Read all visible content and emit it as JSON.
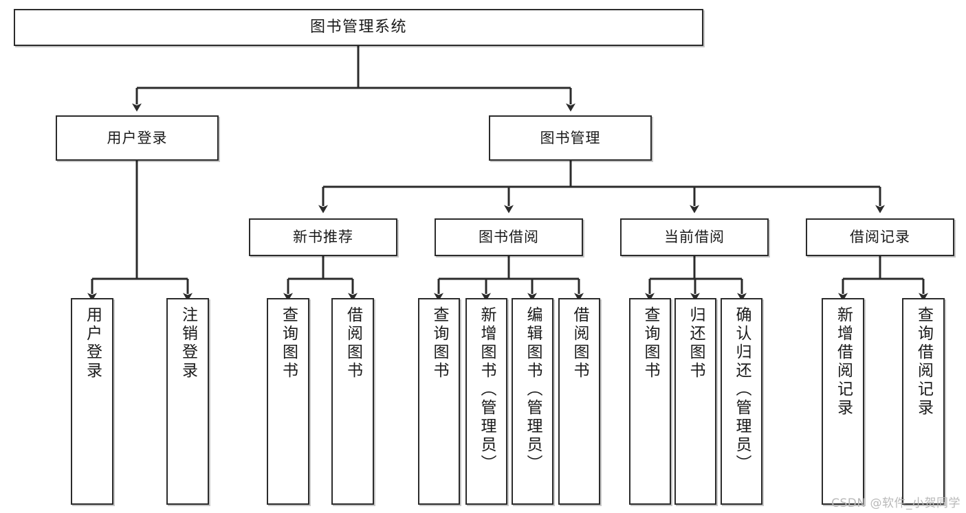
{
  "diagram": {
    "title": "图书管理系统",
    "type": "tree",
    "watermark": "CSDN @软件_小贺同学",
    "colors": {
      "box_border": "#2b2b2b",
      "box_fill": "#ffffff",
      "connector": "#2b2b2b",
      "text": "#1a1a1a",
      "watermark": "#b9b9b9"
    },
    "nodes": {
      "root": {
        "label": "图书管理系统"
      },
      "level2": [
        {
          "label": "用户登录"
        },
        {
          "label": "图书管理"
        }
      ],
      "level3": [
        {
          "label": "新书推荐"
        },
        {
          "label": "图书借阅"
        },
        {
          "label": "当前借阅"
        },
        {
          "label": "借阅记录"
        }
      ],
      "leaves": {
        "user_login": [
          {
            "label": "用户登录"
          },
          {
            "label": "注销登录"
          }
        ],
        "new_book": [
          {
            "label": "查询图书"
          },
          {
            "label": "借阅图书"
          }
        ],
        "borrow_book": [
          {
            "label": "查询图书"
          },
          {
            "label": "新增图书（管理员）"
          },
          {
            "label": "编辑图书（管理员）"
          },
          {
            "label": "借阅图书"
          }
        ],
        "current_borrow": [
          {
            "label": "查询图书"
          },
          {
            "label": "归还图书"
          },
          {
            "label": "确认归还（管理员）"
          }
        ],
        "borrow_record": [
          {
            "label": "新增借阅记录"
          },
          {
            "label": "查询借阅记录"
          }
        ]
      }
    }
  }
}
